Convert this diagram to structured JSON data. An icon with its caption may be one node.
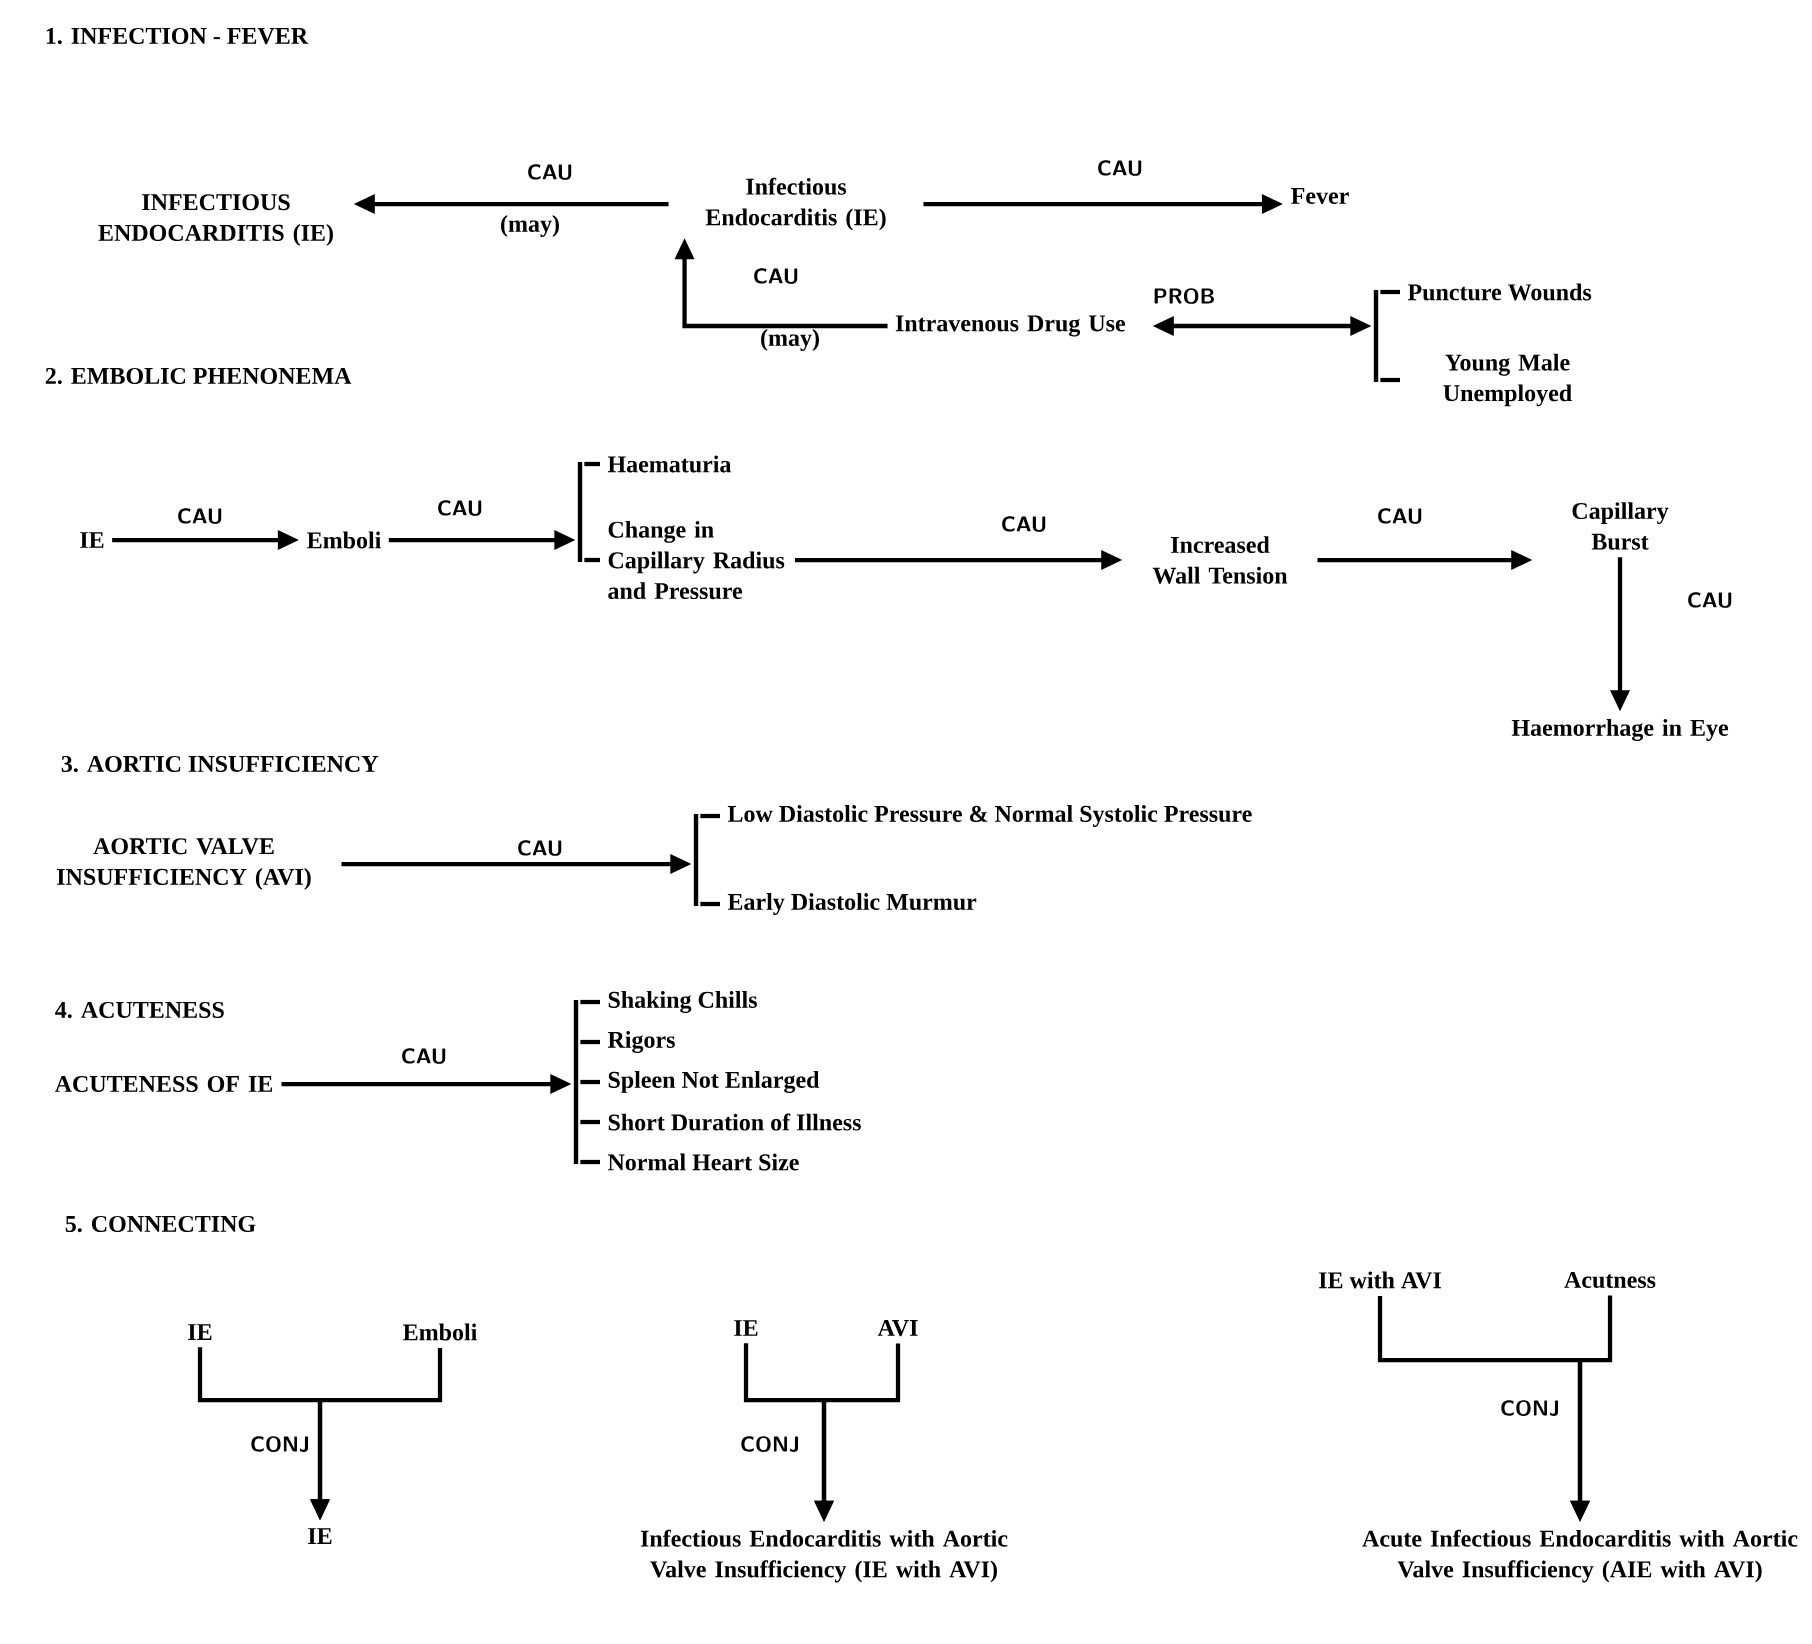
{
  "diagram": {
    "nodes": [
      {
        "text": [
          "INFECTIOUS ENDOCARDITIS (IE)"
        ]
      },
      {
        "text": [
          "Infectious Endocarditis (IE)"
        ]
      },
      {
        "text": [
          "Fever"
        ]
      },
      {
        "text": [
          "Intravenous Drug Use"
        ]
      },
      {
        "text": [],
        "shape": "bar"
      },
      {
        "text": [
          "Puncture Wounds"
        ]
      },
      {
        "text": [
          "Young Male Unemployed"
        ]
      },
      {
        "text": [
          "IE"
        ]
      },
      {
        "text": [
          "Emboli"
        ]
      },
      {
        "text": [],
        "shape": "bar"
      },
      {
        "text": [
          "Haematuria"
        ]
      },
      {
        "text": [
          "Change in Capillary Radius and Pressure"
        ]
      },
      {
        "text": [
          "Increased Wall Tension"
        ]
      },
      {
        "text": [
          "Capillary Burst"
        ]
      },
      {
        "text": [
          "Haemorrhage in Eye"
        ]
      },
      {
        "text": [
          "AORTIC VALVE INSUFFICIENCY (AVI)"
        ]
      },
      {
        "text": [],
        "shape": "bar"
      },
      {
        "text": [
          "Low Diastolic Pressure & Normal Systolic Pressure"
        ]
      },
      {
        "text": [
          "Early Diastolic Murmur"
        ]
      },
      {
        "text": [
          "ACUTENESS OF IE"
        ]
      },
      {
        "text": [],
        "shape": "bar"
      },
      {
        "text": [
          "Shaking Chills"
        ]
      },
      {
        "text": [
          "Rigors"
        ]
      },
      {
        "text": [
          "Spleen Not Enlarged"
        ]
      },
      {
        "text": [
          "Short Duration of Illness"
        ]
      },
      {
        "text": [
          "Normal Heart Size"
        ]
      },
      {
        "text": [
          "IE"
        ]
      },
      {
        "text": [
          "Emboli"
        ]
      },
      {
        "text": [
          "IE"
        ]
      },
      {
        "text": [
          "IE"
        ]
      },
      {
        "text": [
          "AVI"
        ]
      },
      {
        "text": [
          "Infectious Endocarditis with Aortic Valve Insufficiency (IE with AVI)"
        ]
      },
      {
        "text": [
          "IE with AVI"
        ]
      },
      {
        "text": [
          "Acutness"
        ]
      },
      {
        "text": [
          "Acute Infectious Endocarditis with Aortic Valve Insufficiency (AIE with AVI)"
        ]
      }
    ],
    "edges": [
      {
        "from": 1,
        "to": 0,
        "arrow": "to",
        "label": "CAU"
      },
      {
        "from": 1,
        "to": 2,
        "arrow": "to",
        "label": "CAU"
      },
      {
        "from": 3,
        "to": 1,
        "arrow": "to",
        "label": "CAU"
      },
      {
        "from": 3,
        "to": 4,
        "arrow": "both",
        "label": "PROB"
      },
      {
        "from": 4,
        "to": 5,
        "arrow": "none"
      },
      {
        "from": 4,
        "to": 6,
        "arrow": "none"
      },
      {
        "from": 7,
        "to": 8,
        "arrow": "to",
        "label": "CAU"
      },
      {
        "from": 8,
        "to": 9,
        "arrow": "to",
        "label": "CAU"
      },
      {
        "from": 9,
        "to": 10,
        "arrow": "none"
      },
      {
        "from": 9,
        "to": 11,
        "arrow": "none"
      },
      {
        "from": 11,
        "to": 12,
        "arrow": "to",
        "label": "CAU"
      },
      {
        "from": 12,
        "to": 13,
        "arrow": "to",
        "label": "CAU"
      },
      {
        "from": 13,
        "to": 14,
        "arrow": "to",
        "label": "CAU"
      },
      {
        "from": 15,
        "to": 16,
        "arrow": "to",
        "label": "CAU"
      },
      {
        "from": 16,
        "to": 17,
        "arrow": "none"
      },
      {
        "from": 16,
        "to": 18,
        "arrow": "none"
      },
      {
        "from": 19,
        "to": 20,
        "arrow": "to",
        "label": "CAU"
      },
      {
        "from": 20,
        "to": 21,
        "arrow": "none"
      },
      {
        "from": 20,
        "to": 22,
        "arrow": "none"
      },
      {
        "from": 20,
        "to": 23,
        "arrow": "none"
      },
      {
        "from": 20,
        "to": 24,
        "arrow": "none"
      },
      {
        "from": 20,
        "to": 25,
        "arrow": "none"
      },
      {
        "from": 26,
        "to": 28,
        "arrow": "to",
        "label": "CONJ"
      },
      {
        "from": 27,
        "to": 28,
        "arrow": "to"
      },
      {
        "from": 29,
        "to": 31,
        "arrow": "to",
        "label": "CONJ"
      },
      {
        "from": 30,
        "to": 31,
        "arrow": "to"
      },
      {
        "from": 32,
        "to": 34,
        "arrow": "to",
        "label": "CONJ"
      },
      {
        "from": 33,
        "to": 34,
        "arrow": "to"
      }
    ],
    "labels": [
      "1. INFECTION - FEVER",
      "(may)",
      "(may)",
      "2. EMBOLIC PHENONEMA",
      "3. AORTIC INSUFFICIENCY",
      "4. ACUTENESS",
      "5. CONNECTING"
    ]
  }
}
